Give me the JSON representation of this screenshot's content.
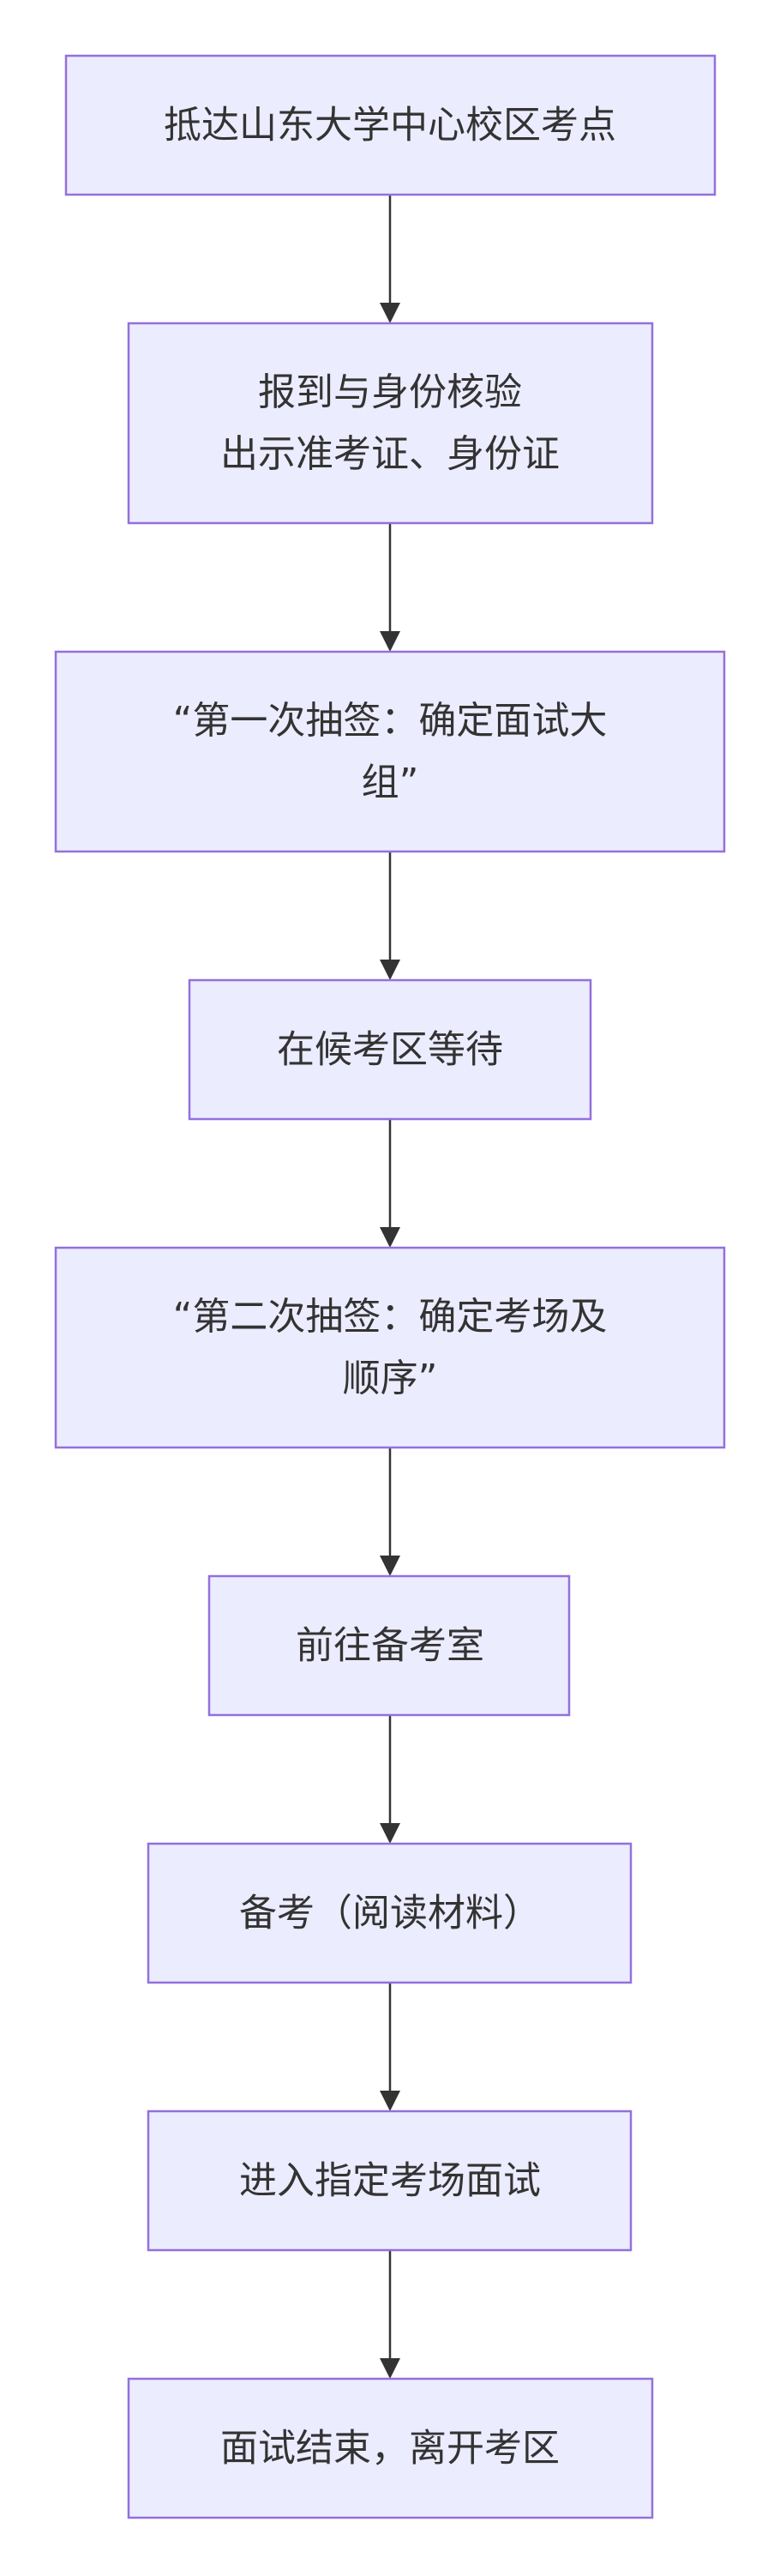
{
  "colors": {
    "node_fill": "#ececff",
    "node_stroke": "#9370db",
    "edge": "#333333",
    "text": "#333333"
  },
  "steps": [
    {
      "lines": [
        "抵达山东大学中心校区考点"
      ]
    },
    {
      "lines": [
        "报到与身份核验",
        "出示准考证、身份证"
      ]
    },
    {
      "lines": [
        "“第一次抽签：确定面试大",
        "组”"
      ]
    },
    {
      "lines": [
        "在候考区等待"
      ]
    },
    {
      "lines": [
        "“第二次抽签：确定考场及",
        "顺序”"
      ]
    },
    {
      "lines": [
        "前往备考室"
      ]
    },
    {
      "lines": [
        "备考（阅读材料）"
      ]
    },
    {
      "lines": [
        "进入指定考场面试"
      ]
    },
    {
      "lines": [
        "面试结束，离开考区"
      ]
    }
  ]
}
